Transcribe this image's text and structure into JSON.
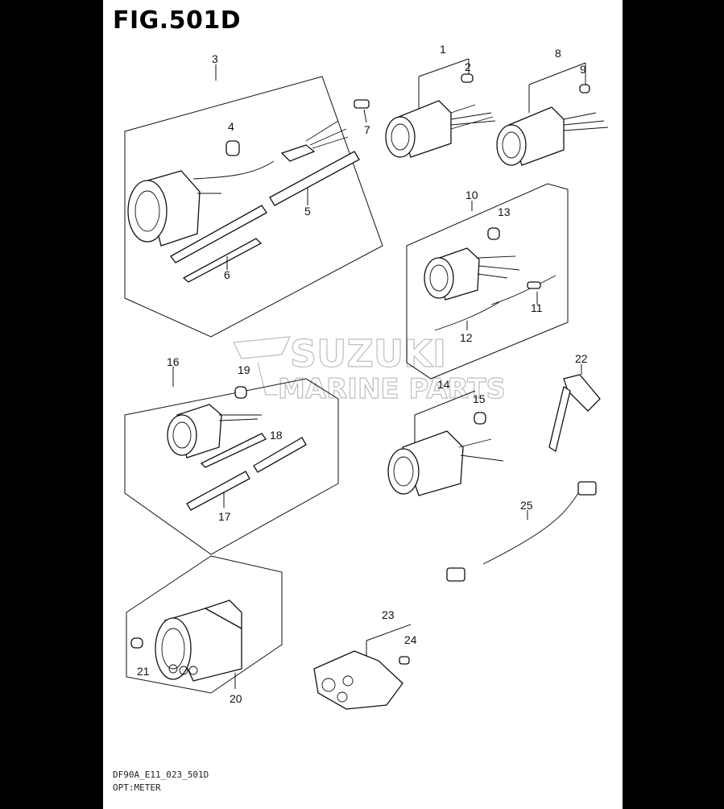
{
  "figure": {
    "title": "FIG.501D",
    "model_code": "DF90A_E11_023_501D",
    "section": "OPT:METER"
  },
  "watermark": {
    "line1": "SUZUKI",
    "line2": "MARINE PARTS"
  },
  "callouts": [
    "1",
    "2",
    "3",
    "4",
    "5",
    "6",
    "7",
    "8",
    "9",
    "10",
    "11",
    "12",
    "13",
    "14",
    "15",
    "16",
    "17",
    "18",
    "19",
    "20",
    "21",
    "22",
    "23",
    "24",
    "25"
  ]
}
